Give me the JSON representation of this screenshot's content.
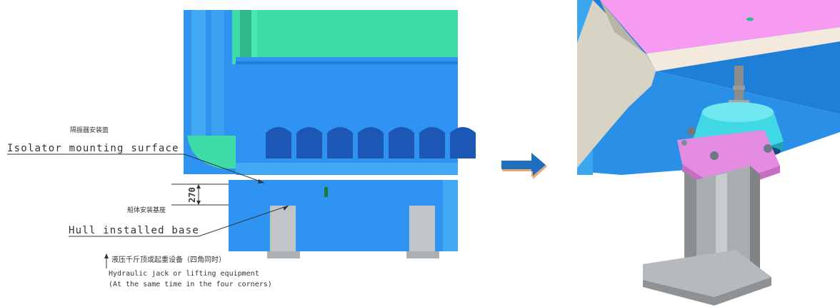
{
  "left_panel": {
    "isolator_surface": {
      "label_cn": "隔振器安装面",
      "label_en": "Isolator mounting surface"
    },
    "dimension": {
      "value": "270"
    },
    "hull_base": {
      "label_cn": "船体安装基座",
      "label_en": "Hull installed base"
    },
    "jack_note": {
      "label_cn": "液压千斤顶或起重设备（四角同时）",
      "label_en_line1": "Hydraulic jack or lifting equipment",
      "label_en_line2": "(At the same time in the four corners)"
    }
  },
  "colors": {
    "blue": "#2f93f1",
    "blue_light": "#43a9f5",
    "green": "#3fdca8",
    "dark_blue": "#1c57b5",
    "gray": "#bfc5c8",
    "pink": "#f69af2",
    "cyan": "#3fd8e4",
    "arrow": "#1f6fc0"
  }
}
